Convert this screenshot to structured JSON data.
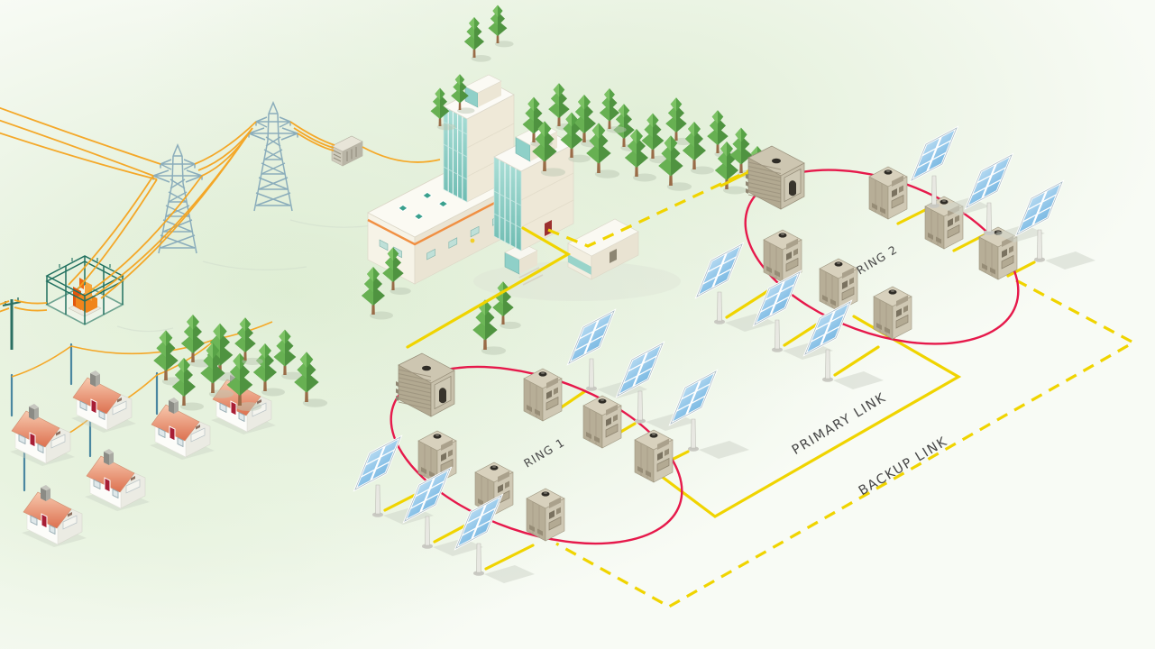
{
  "labels": {
    "ring1": "RING 1",
    "ring2": "RING 2",
    "primary_link": "PRIMARY LINK",
    "backup_link": "BACKUP LINK"
  },
  "colors": {
    "link_yellow": "#F0D400",
    "ring_red": "#E6194B",
    "power_line_orange": "#F5A41F",
    "label_gray": "#474747",
    "background_green": "#E3F0DA",
    "solar_blue": "#5FA8D8",
    "tree_green": "#559A43",
    "roof_salmon": "#E8845C",
    "substation_teal": "#20705F",
    "cabinet_beige": "#B7AE97"
  },
  "scene": {
    "rings": [
      {
        "label": "RING 1",
        "gateway_racks": 1,
        "cabinets": 6,
        "solar_panels": 6
      },
      {
        "label": "RING 2",
        "gateway_racks": 1,
        "cabinets": 6,
        "solar_panels": 6
      }
    ],
    "links": [
      {
        "label": "PRIMARY LINK",
        "style": "solid"
      },
      {
        "label": "BACKUP LINK",
        "style": "dashed"
      }
    ],
    "landscape": {
      "houses": 6,
      "transmission_towers": 2,
      "utility_poles": 7,
      "substations": 1,
      "control_center_buildings": 4,
      "transformer_boxes": 1
    }
  }
}
